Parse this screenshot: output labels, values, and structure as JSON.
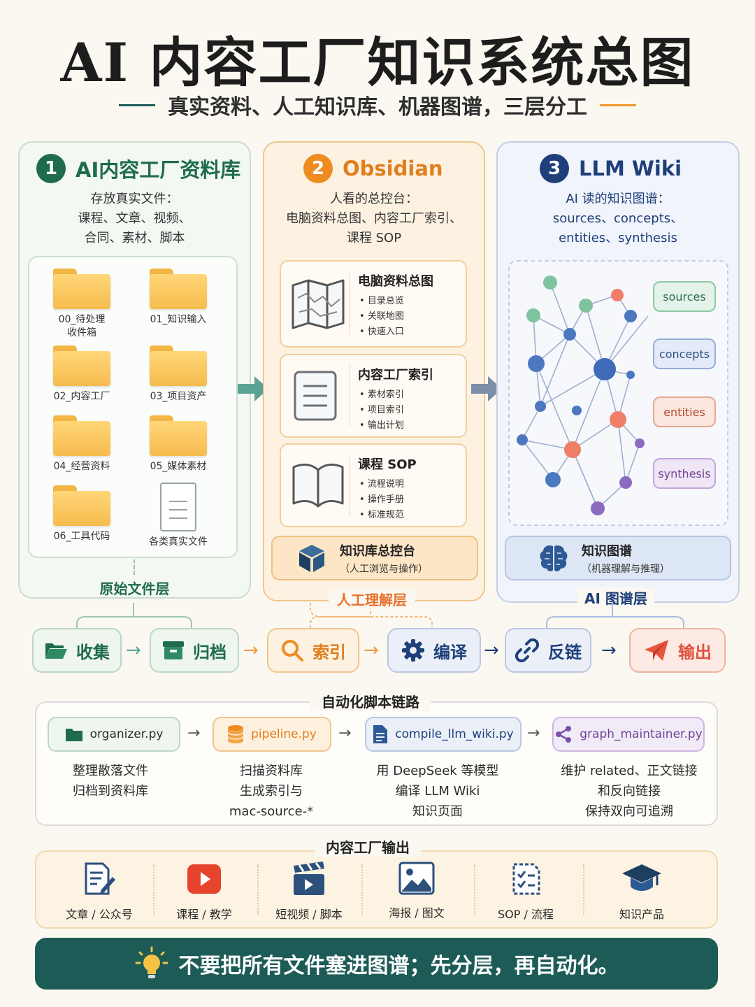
{
  "header": {
    "title": "AI 内容工厂知识系统总图",
    "subtitle": "真实资料、人工知识库、机器图谱，三层分工",
    "accent_left": "#1d5b57",
    "accent_right": "#f29a2e"
  },
  "panels": [
    {
      "number": "1",
      "title": "AI内容工厂资料库",
      "color": "#1f6b4e",
      "desc": [
        "存放真实文件：",
        "课程、文章、视频、",
        "合同、素材、脚本"
      ],
      "folders": [
        {
          "label": "00_待处理\n收件箱"
        },
        {
          "label": "01_知识输入"
        },
        {
          "label": "02_内容工厂"
        },
        {
          "label": "03_项目资产"
        },
        {
          "label": "04_经营资料"
        },
        {
          "label": "05_媒体素材"
        },
        {
          "label": "06_工具代码"
        }
      ],
      "doc_label": "各类真实文件",
      "layer": "原始文件层"
    },
    {
      "number": "2",
      "title": "Obsidian",
      "color": "#ee8c21",
      "desc": [
        "人看的总控台：",
        "电脑资料总图、内容工厂索引、",
        "课程 SOP"
      ],
      "cards": [
        {
          "title": "电脑资料总图",
          "items": [
            "目录总览",
            "关联地图",
            "快速入口"
          ],
          "icon": "map-icon"
        },
        {
          "title": "内容工厂索引",
          "items": [
            "素材索引",
            "项目索引",
            "输出计划"
          ],
          "icon": "document-icon"
        },
        {
          "title": "课程 SOP",
          "items": [
            "流程说明",
            "操作手册",
            "标准规范"
          ],
          "icon": "book-icon"
        }
      ],
      "hub": {
        "title": "知识库总控台",
        "sub": "（人工浏览与操作）",
        "icon": "cube-icon"
      },
      "layer": "人工理解层"
    },
    {
      "number": "3",
      "title": "LLM Wiki",
      "color": "#1e3f7a",
      "desc": [
        "AI 读的知识图谱：",
        "sources、concepts、",
        "entities、synthesis"
      ],
      "tags": [
        {
          "label": "sources",
          "bg": "#e4f3ea",
          "border": "#8cc9a4",
          "color": "#2f6c4a"
        },
        {
          "label": "concepts",
          "bg": "#e3ebf8",
          "border": "#95afd8",
          "color": "#2e4c82"
        },
        {
          "label": "entities",
          "bg": "#fbe7e0",
          "border": "#eca58f",
          "color": "#b5472b"
        },
        {
          "label": "synthesis",
          "bg": "#efe6f6",
          "border": "#c2a5dc",
          "color": "#6e4595"
        }
      ],
      "hub": {
        "title": "知识图谱",
        "sub": "（机器理解与推理）",
        "icon": "brain-icon"
      },
      "layer": "AI 图谱层"
    }
  ],
  "workflow": [
    {
      "label": "收集",
      "icon": "folder-open-icon",
      "color": "#1f6b4e",
      "bg": "#eef6ef",
      "border": "#bcd7c3"
    },
    {
      "label": "归档",
      "icon": "archive-box-icon",
      "color": "#1f6b4e",
      "bg": "#eef6ef",
      "border": "#bcd7c3"
    },
    {
      "label": "索引",
      "icon": "search-icon",
      "color": "#e07f1c",
      "bg": "#fdf1e2",
      "border": "#f1c58d"
    },
    {
      "label": "编译",
      "icon": "gear-icon",
      "color": "#1e3f7a",
      "bg": "#ebf0f8",
      "border": "#b9c7e2"
    },
    {
      "label": "反链",
      "icon": "link-icon",
      "color": "#1e3f7a",
      "bg": "#ebf0f8",
      "border": "#b9c7e2"
    },
    {
      "label": "输出",
      "icon": "paper-plane-icon",
      "color": "#e0523a",
      "bg": "#fdeae4",
      "border": "#f1b3a1"
    }
  ],
  "scripts": {
    "title": "自动化脚本链路",
    "items": [
      {
        "name": "organizer.py",
        "icon": "folder-icon",
        "desc": [
          "整理散落文件",
          "归档到资料库"
        ],
        "color": "#1f6b4e",
        "bg": "#eef6ef",
        "border": "#bcd7c3"
      },
      {
        "name": "pipeline.py",
        "icon": "database-icon",
        "desc": [
          "扫描资料库",
          "生成索引与",
          "mac-source-*"
        ],
        "color": "#e07f1c",
        "bg": "#fdf0de",
        "border": "#f1c58d"
      },
      {
        "name": "compile_llm_wiki.py",
        "icon": "file-icon",
        "desc": [
          "用 DeepSeek 等模型",
          "编译 LLM Wiki",
          "知识页面"
        ],
        "color": "#1e3f7a",
        "bg": "#ebf0f8",
        "border": "#b9c7e2"
      },
      {
        "name": "graph_maintainer.py",
        "icon": "share-icon",
        "desc": [
          "维护 related、正文链接",
          "和反向链接",
          "保持双向可追溯"
        ],
        "color": "#6e4595",
        "bg": "#f1eaf7",
        "border": "#cdb5e2"
      }
    ]
  },
  "outputs": {
    "title": "内容工厂输出",
    "items": [
      {
        "label": "文章 / 公众号",
        "icon": "article-edit-icon"
      },
      {
        "label": "课程 / 教学",
        "icon": "play-video-icon"
      },
      {
        "label": "短视频 / 脚本",
        "icon": "clapperboard-icon"
      },
      {
        "label": "海报 / 图文",
        "icon": "image-icon"
      },
      {
        "label": "SOP / 流程",
        "icon": "checklist-icon"
      },
      {
        "label": "知识产品",
        "icon": "graduation-cap-icon"
      }
    ]
  },
  "banner": {
    "text": "不要把所有文件塞进图谱；先分层，再自动化。",
    "icon": "lightbulb-icon"
  }
}
